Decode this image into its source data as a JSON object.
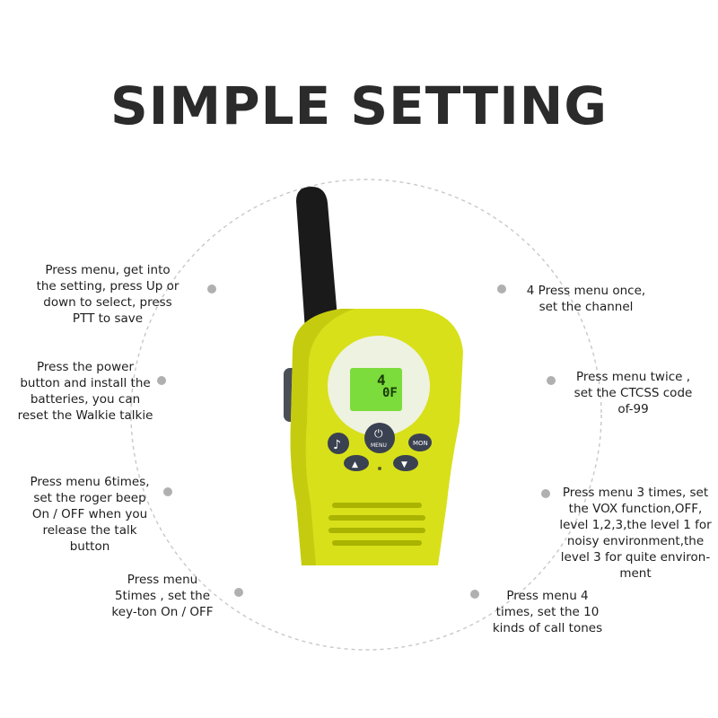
{
  "title": "SIMPLE SETTING",
  "colors": {
    "device_body": "#d8e01a",
    "device_shadow": "#a9b300",
    "antenna": "#1a1a1a",
    "screen_bezel": "#eef2e0",
    "lcd": "#7bdc3c",
    "button": "#3a4150",
    "circle": "#c8c8c8",
    "dot": "#b0b0b0"
  },
  "device": {
    "lcd_channel": "4",
    "lcd_code": "0F",
    "menu_label": "MENU",
    "mon_label": "MON",
    "note_icon": "music-note-icon",
    "power_icon": "power-icon",
    "up_icon": "up-arrow-icon",
    "down_icon": "down-arrow-icon"
  },
  "callouts_left": [
    "Press menu, get into\nthe setting, press Up or\ndown to select, press\nPTT to save",
    "Press the power\nbutton and install the\nbatteries, you can\nreset the Walkie talkie",
    "Press menu 6times,\nset the roger beep\nOn / OFF when you\nrelease the talk\nbutton",
    "Press menu\n5times , set the\nkey-ton On / OFF"
  ],
  "callouts_right": [
    "4 Press menu once,\nset the channel",
    "Press menu twice ,\nset the CTCSS code\nof-99",
    "Press menu 3 times, set\nthe VOX function,OFF,\nlevel 1,2,3,the level 1 for\nnoisy environment,the\nlevel 3 for quite environ-\nment",
    "Press menu 4\ntimes, set the 10\nkinds of call tones"
  ]
}
